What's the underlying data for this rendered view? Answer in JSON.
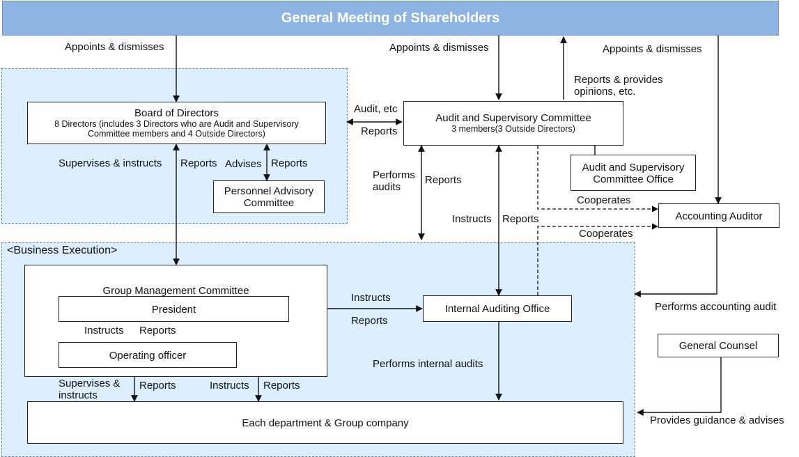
{
  "header": {
    "title": "General Meeting of Shareholders"
  },
  "regions": {
    "business_execution_label": "<Business Execution>"
  },
  "boxes": {
    "board": {
      "title": "Board of Directors",
      "subtitle_line1": "8 Directors (includes 3 Directors who are Audit and Supervisory",
      "subtitle_line2": "Committee members and 4 Outside Directors)"
    },
    "personnel": {
      "line1": "Personnel Advisory",
      "line2": "Committee"
    },
    "audit_committee": {
      "title": "Audit and Supervisory Committee",
      "subtitle": "3 members(3 Outside Directors)"
    },
    "audit_office": {
      "line1": "Audit and Supervisory",
      "line2": "Committee Office"
    },
    "accounting_auditor": {
      "title": "Accounting Auditor"
    },
    "group_management": {
      "title": "Group Management Committee"
    },
    "president": {
      "title": "President"
    },
    "operating_officer": {
      "title": "Operating officer"
    },
    "internal_auditing": {
      "title": "Internal Auditing Office"
    },
    "general_counsel": {
      "title": "General Counsel"
    },
    "departments": {
      "title": "Each department & Group company"
    }
  },
  "labels": {
    "appoints_left": "Appoints & dismisses",
    "appoints_middle": "Appoints & dismisses",
    "appoints_right": "Appoints & dismisses",
    "reports_opinions_line1": "Reports & provides",
    "reports_opinions_line2": "opinions, etc.",
    "audit_etc": "Audit, etc",
    "reports_board_audit": "Reports",
    "supervises_instructs": "Supervises & instructs",
    "reports_board": "Reports",
    "advises": "Advises",
    "reports_personnel": "Reports",
    "performs_audits_line1": "Performs",
    "performs_audits_line2": "audits",
    "reports_audits": "Reports",
    "instructs_iao": "Instructs",
    "reports_iao": "Reports",
    "cooperates_1": "Cooperates",
    "cooperates_2": "Cooperates",
    "performs_accounting_audit": "Performs accounting audit",
    "instructs_president_iao": "Instructs",
    "reports_president_iao": "Reports",
    "instructs_operating": "Instructs",
    "reports_operating": "Reports",
    "performs_internal_audits": "Performs internal audits",
    "supervises_line1": "Supervises &",
    "supervises_line2": "instructs",
    "reports_dept_left": "Reports",
    "instructs_dept": "Instructs",
    "reports_dept_right": "Reports",
    "provides_guidance": "Provides guidance & advises"
  }
}
